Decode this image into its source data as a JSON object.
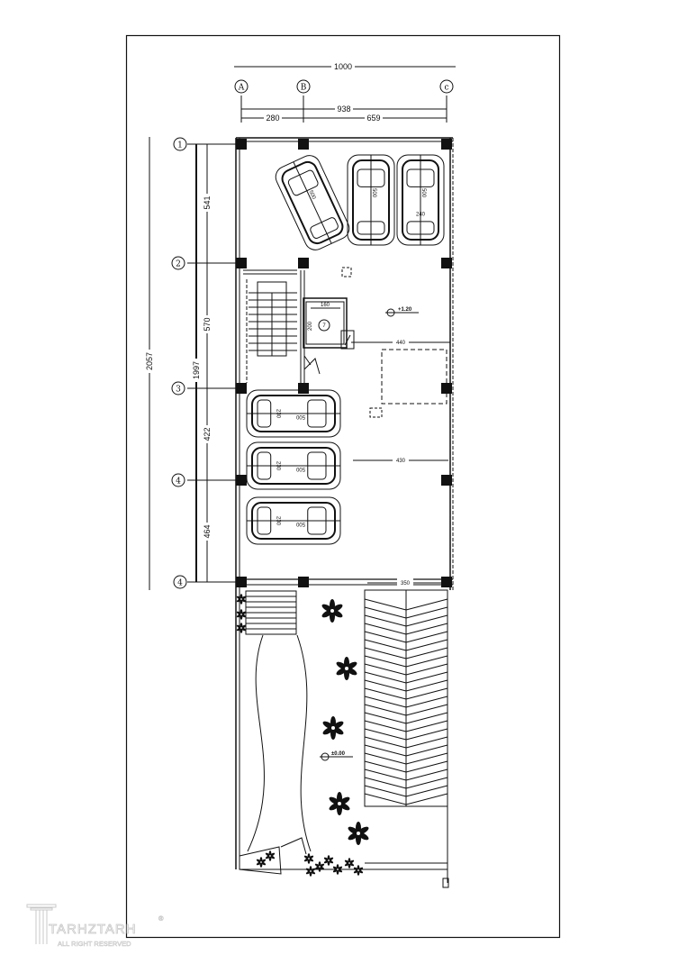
{
  "plan": {
    "grid_columns": [
      "A",
      "B",
      "c"
    ],
    "grid_rows": [
      "1",
      "2",
      "3",
      "4",
      "4"
    ],
    "dimensions": {
      "overall_width": "1000",
      "axis_width": "938",
      "bay_ab": "280",
      "bay_bc": "659",
      "overall_length": "2057",
      "axis_length": "1997",
      "bay_12": "541",
      "bay_23": "570",
      "bay_34": "422",
      "bay_44": "464",
      "aisle_upper": "440",
      "aisle_lower": "430",
      "ramp_width": "350",
      "elevator_width": "160",
      "elevator_depth": "200"
    },
    "cars": [
      {
        "length": "500"
      },
      {
        "length": "500"
      },
      {
        "length": "500",
        "width": "240"
      },
      {
        "length": "500",
        "width": "230"
      },
      {
        "length": "500",
        "width": "230"
      },
      {
        "length": "500",
        "width": "230"
      }
    ],
    "elevator_symbol": "7",
    "levels": {
      "upper": "+1.20",
      "ground": "±0.00"
    }
  },
  "watermark": {
    "brand": "TARHZTARH",
    "tagline": "ALL RIGHT RESERVED",
    "mark": "®"
  }
}
